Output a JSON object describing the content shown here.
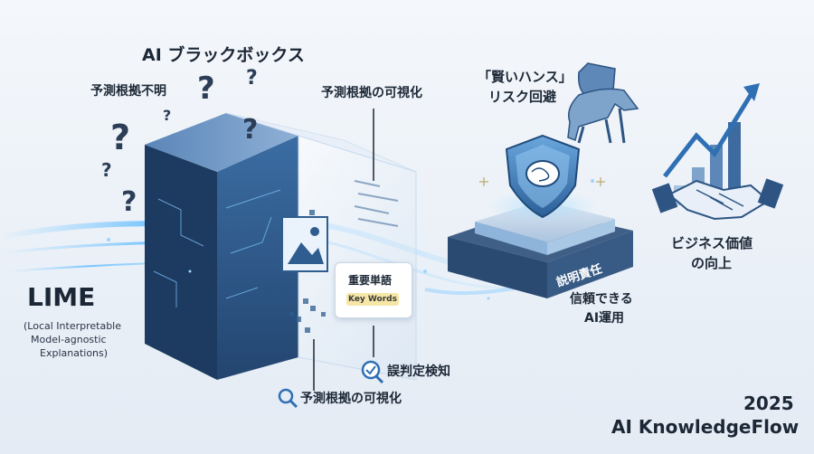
{
  "labels": {
    "ai_blackbox": "AI ブラックボックス",
    "unclear_basis": "予測根拠不明",
    "visualize_top": "予測根拠の可視化",
    "wise_hans_line1": "「賢いハンス」",
    "wise_hans_line2": "リスク回避",
    "key_term": "重要単語",
    "key_words": "Key Words",
    "misjudge_detect": "誤判定検知",
    "visualize_bottom": "予測根拠の可視化",
    "accountability": "説明責任",
    "trusted_ai_line1": "信頼できる",
    "trusted_ai_line2": "AI運用",
    "business_value_line1": "ビジネス価値",
    "business_value_line2": "の向上",
    "lime_title": "LIME",
    "lime_sub_line1": "(Local Interpretable",
    "lime_sub_line2": "Model-agnostic",
    "lime_sub_line3": "Explanations)",
    "year": "2025",
    "brand": "AI KnowledgeFlow"
  },
  "question_mark": "?",
  "icons": [
    "question-mark-icon",
    "image-icon",
    "magnifier-icon",
    "check-magnifier-icon",
    "brain-shield-icon",
    "horse-knight-icon",
    "rising-chart-icon",
    "handshake-icon"
  ],
  "colors": {
    "cube_front": "#2f5d8f",
    "cube_side": "#1e3f66",
    "glow": "#5fb2f0",
    "accent_blue": "#2f6fb3",
    "highlight_yellow": "#f6e7a6",
    "text_dark": "#1c2736"
  }
}
